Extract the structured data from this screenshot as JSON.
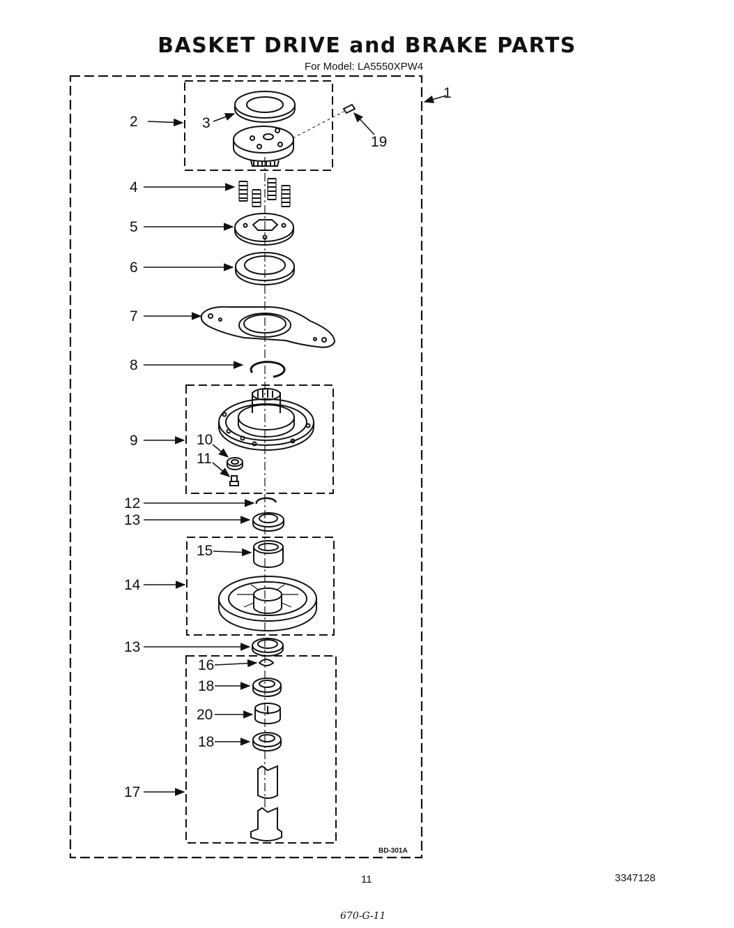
{
  "header": {
    "title": "BASKET DRIVE and BRAKE PARTS",
    "model": "For Model: LA5550XPW4"
  },
  "callouts": {
    "c1": "1",
    "c2": "2",
    "c3": "3",
    "c4": "4",
    "c5": "5",
    "c6": "6",
    "c7": "7",
    "c8": "8",
    "c9": "9",
    "c10": "10",
    "c11": "11",
    "c12": "12",
    "c13a": "13",
    "c13b": "13",
    "c14": "14",
    "c15": "15",
    "c16": "16",
    "c17": "17",
    "c18a": "18",
    "c18b": "18",
    "c19": "19",
    "c20": "20"
  },
  "footer": {
    "drawing_code": "BD-301A",
    "page_number": "11",
    "part_number": "3347128",
    "handwritten_note": "670-G-11"
  }
}
